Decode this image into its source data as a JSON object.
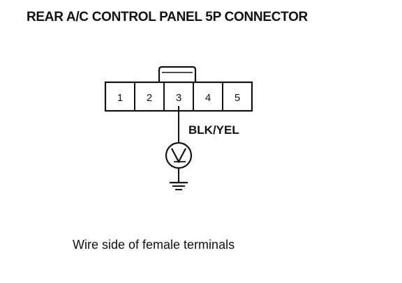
{
  "title": "REAR A/C CONTROL PANEL 5P CONNECTOR",
  "connector": {
    "terminals": [
      "1",
      "2",
      "3",
      "4",
      "5"
    ],
    "probed_terminal": "3"
  },
  "wire": {
    "label": "BLK/YEL"
  },
  "instrument": {
    "icon": "voltmeter-icon"
  },
  "ground": {
    "icon": "ground-icon"
  },
  "caption": "Wire side of female terminals",
  "colors": {
    "ink": "#111111",
    "background": "#ffffff"
  }
}
